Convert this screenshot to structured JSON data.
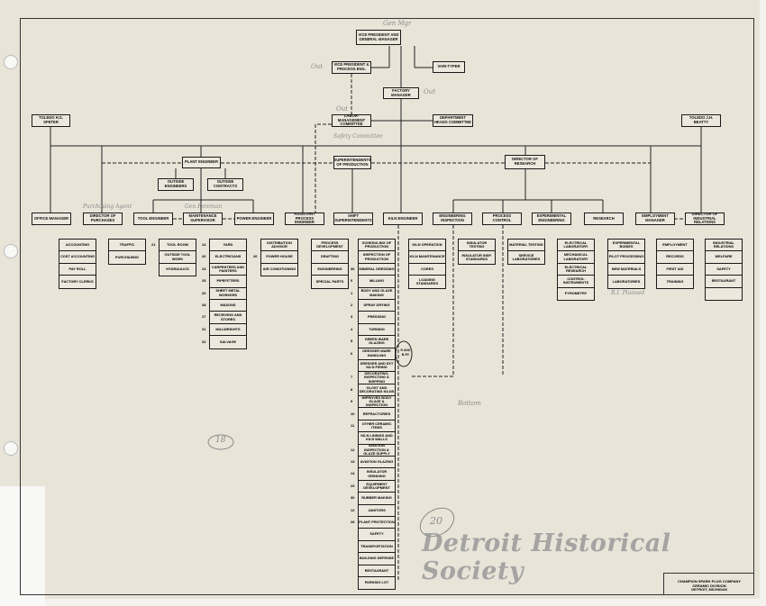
{
  "top": {
    "vp_general_manager": "Vice President and General Manager",
    "vp_process_eng": "Vice President & Process Eng.",
    "vari_typer": "Vari-Typer",
    "factory_manager": "Factory Manager",
    "labor_management": "Labor-Management Committee",
    "department_heads": "Department Heads Committee",
    "toledo_left": "Toledo H.S. Speter",
    "toledo_right": "Toledo J.H. Beatty",
    "plant_engineer": "Plant Engineer",
    "superintendents": "Superintendents of Production",
    "director_research": "Director of Research",
    "outside_engineers": "Outside Engineers",
    "outside_contracts": "Outside Contracts"
  },
  "departments": [
    {
      "title": "Office Manager",
      "items": [
        "Accounting",
        "Cost Accounting",
        "Pay Roll",
        "Factory Clerks"
      ]
    },
    {
      "title": "Director of Purchases",
      "items": [
        "Traffic",
        "Purchasing"
      ]
    },
    {
      "title": "Tool Engineer",
      "items": [
        "Tool Room",
        "Outside Tool Work",
        "Hydraulics"
      ],
      "numbers": [
        "21",
        "",
        ""
      ]
    },
    {
      "title": "Maintenance Supervisor",
      "items": [
        "Yard",
        "Electricians",
        "Carpenters and Painters",
        "Pipefitters",
        "Sheet Metal Workers",
        "Masons",
        "Receiving and Stores",
        "Millwrights",
        "Salvage"
      ],
      "numbers": [
        "14",
        "20",
        "23",
        "25",
        "26",
        "28",
        "27",
        "31",
        "32"
      ]
    },
    {
      "title": "Power Engineer",
      "items": [
        "Distribution Advisor",
        "Power House",
        "Air Conditioning"
      ],
      "numbers": [
        "",
        "20",
        ""
      ]
    },
    {
      "title": "Assistant Process Engineer",
      "items": [
        "Process Development",
        "Drafting",
        "Engineering",
        "Special Parts"
      ]
    },
    {
      "title": "Shift Superintendents",
      "items": [
        "Scheduling of Production",
        "Inspection of Production",
        "Mineral Dressing",
        "Milling",
        "Body and Glaze Making",
        "Spray Drying",
        "Pressing",
        "Turning",
        "Green Ware Glazing",
        "Dresser Ware Handling",
        "Dresser and Ext Kiln Firing",
        "Decorating, Inspecting & Shipping",
        "Glost and Decorating Kilns",
        "Improved Body Glaze & Inspection",
        "Refractories",
        "Other Ceramic Items",
        "Kiln Linings and Kiln Walls",
        "Aviation Inspection & Glaze Supply",
        "Aviation Glazing",
        "Insulator Grinding",
        "Equipment Development",
        "Rubber Making",
        "Janitors",
        "Plant Protection",
        "Safety",
        "Transportation",
        "Building Defense",
        "Restaurant",
        "Parking Lot"
      ],
      "numbers": [
        "",
        "",
        "30",
        "0",
        "1",
        "2",
        "3",
        "4",
        "5",
        "6",
        "",
        "7",
        "8",
        "9",
        "10",
        "11",
        "",
        "12",
        "13",
        "14",
        "29",
        "30",
        "12",
        "28",
        "",
        "",
        "",
        "",
        ""
      ]
    },
    {
      "title": "Kiln Engineer",
      "items": [
        "Kiln Operation",
        "Kiln Maintenance",
        "Cores",
        "Loading Standards"
      ]
    },
    {
      "title": "Engineering Inspection",
      "items": [
        "Insulator Testing",
        "Insulator Insp. Standards"
      ]
    },
    {
      "title": "Process Control",
      "items": [
        "Material Testing",
        "Service Laboratories"
      ]
    },
    {
      "title": "Experimental Engineering",
      "items": [
        "Electrical Laboratory",
        "Mechanical Laboratory",
        "Electrical Research",
        "Control Instruments",
        "Pyrometry"
      ]
    },
    {
      "title": "Research",
      "items": [
        "Experimental Bodies",
        "Pilot Processing",
        "New Materials",
        "Laboratories"
      ]
    },
    {
      "title": "Employment Manager",
      "items": [
        "Employment",
        "Records",
        "First Aid",
        "Training"
      ]
    },
    {
      "title": "Director of Industrial Relations",
      "items": [
        "Industrial Relations",
        "Welfare",
        "Safety",
        "Restaurant",
        ""
      ]
    }
  ],
  "kiln_note": "R and B-RY",
  "handwritten": {
    "gen_mgr": "Gen Mgr",
    "out1": "Out",
    "out2": "Out",
    "out3": "Out",
    "purchasing_agent": "Purchasing Agent",
    "gen_foreman": "Gen Foreman",
    "safety_committee": "Safety Committee",
    "circle_18": "18",
    "circle_20": "20",
    "r_planned": "R.I. Planned",
    "bottom": "Bottom"
  },
  "title_block": {
    "company": "Champion Spark Plug Company\nCeramic Division\nDetroit, Michigan"
  },
  "watermark": "Detroit Historical Society"
}
